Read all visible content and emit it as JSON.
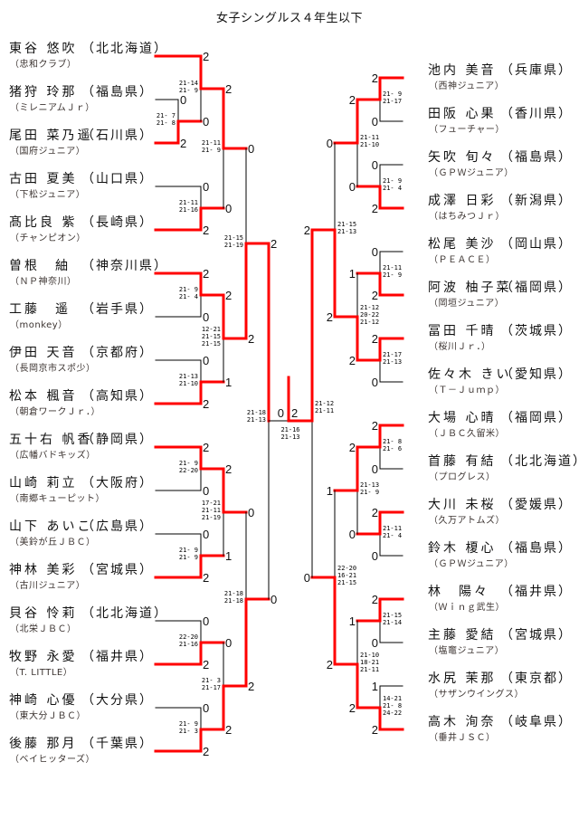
{
  "title": "女子シングルス４年生以下",
  "colors": {
    "winner_line": "#ff0000",
    "line": "#000000"
  },
  "left_players": [
    {
      "name": "東谷 悠吹",
      "pref": "（北北海道）",
      "club": "（忠和クラブ）"
    },
    {
      "name": "猪狩 玲那",
      "pref": "（福島県）",
      "club": "（ミレニアムＪｒ）"
    },
    {
      "name": "尾田 菜乃遥",
      "pref": "（石川県）",
      "club": "（国府ジュニア）"
    },
    {
      "name": "古田 夏美",
      "pref": "（山口県）",
      "club": "（下松ジュニア）"
    },
    {
      "name": "髙比良 紫",
      "pref": "（長崎県）",
      "club": "（チャンピオン）"
    },
    {
      "name": "曽根　紬",
      "pref": "（神奈川県）",
      "club": "（ＮＰ神奈川）"
    },
    {
      "name": "工藤　遥",
      "pref": "（岩手県）",
      "club": "（monkey）"
    },
    {
      "name": "伊田 天音",
      "pref": "（京都府）",
      "club": "（長岡京市スポ少）"
    },
    {
      "name": "松本 楓音",
      "pref": "（高知県）",
      "club": "（朝倉ワークＪｒ．）"
    },
    {
      "name": "五十右 帆香",
      "pref": "（静岡県）",
      "club": "（広幡バドキッズ）"
    },
    {
      "name": "山崎 莉立",
      "pref": "（大阪府）",
      "club": "（南郷キューピット）"
    },
    {
      "name": "山下 あいこ",
      "pref": "（広島県）",
      "club": "（美鈴が丘ＪＢＣ）"
    },
    {
      "name": "神林 美彩",
      "pref": "（宮城県）",
      "club": "（古川ジュニア）"
    },
    {
      "name": "貝谷 怜莉",
      "pref": "（北北海道）",
      "club": "（北栄ＪＢＣ）"
    },
    {
      "name": "牧野 永愛",
      "pref": "（福井県）",
      "club": "（T. LITTLE）"
    },
    {
      "name": "神崎 心優",
      "pref": "（大分県）",
      "club": "（東大分ＪＢＣ）"
    },
    {
      "name": "後藤 那月",
      "pref": "（千葉県）",
      "club": "（ベイヒッターズ）"
    }
  ],
  "right_players": [
    {
      "name": "池内 美音",
      "pref": "（兵庫県）",
      "club": "（西神ジュニア）"
    },
    {
      "name": "田阪 心果",
      "pref": "（香川県）",
      "club": "（フューチャー）"
    },
    {
      "name": "矢吹 旬々",
      "pref": "（福島県）",
      "club": "（ＧＰＷジュニア）"
    },
    {
      "name": "成澤 日彩",
      "pref": "（新潟県）",
      "club": "（はちみつＪｒ）"
    },
    {
      "name": "松尾 美沙",
      "pref": "（岡山県）",
      "club": "（ＰＥＡＣＥ）"
    },
    {
      "name": "阿波 柚子菜",
      "pref": "（福岡県）",
      "club": "（岡垣ジュニア）"
    },
    {
      "name": "冨田 千晴",
      "pref": "（茨城県）",
      "club": "（桜川Ｊｒ．）"
    },
    {
      "name": "佐々木 きい",
      "pref": "（愛知県）",
      "club": "（Ｔ－Ｊｕｍｐ）"
    },
    {
      "name": "大場 心晴",
      "pref": "（福岡県）",
      "club": "（ＪＢＣ久留米）"
    },
    {
      "name": "首藤 有結",
      "pref": "（北北海道）",
      "club": "（プログレス）"
    },
    {
      "name": "大川 未桜",
      "pref": "（愛媛県）",
      "club": "（久万アトムズ）"
    },
    {
      "name": "鈴木 榎心",
      "pref": "（福島県）",
      "club": "（ＧＰＷジュニア）"
    },
    {
      "name": "林　陽々",
      "pref": "（福井県）",
      "club": "（Ｗｉｎｇ武生）"
    },
    {
      "name": "主藤 愛結",
      "pref": "（宮城県）",
      "club": "（塩竈ジュニア）"
    },
    {
      "name": "水尻 茉那",
      "pref": "（東京都）",
      "club": "（サザンウイングス）"
    },
    {
      "name": "高木 洵奈",
      "pref": "（岐阜県）",
      "club": "（垂井ＪＳＣ）"
    }
  ],
  "left_matches": [
    {
      "scores": [
        "0",
        "2"
      ],
      "games": [
        "21- 7",
        "21- 8"
      ]
    },
    {
      "scores": [
        "2",
        "0"
      ],
      "games": [
        "21-14",
        "21- 9"
      ]
    },
    {
      "scores": [
        "0",
        "2"
      ],
      "games": [
        "21-11",
        "21-16"
      ]
    },
    {
      "scores": [
        "2",
        "0"
      ],
      "games": [
        "21-11",
        "21- 9"
      ]
    },
    {
      "scores": [
        "2",
        "0"
      ],
      "games": [
        "21- 9",
        "21- 4"
      ]
    },
    {
      "scores": [
        "0",
        "2"
      ],
      "games": [
        "21-13",
        "21-10"
      ]
    },
    {
      "scores": [
        "2",
        "1"
      ],
      "games": [
        "12-21",
        "21-15",
        "21-15"
      ]
    },
    {
      "scores": [
        "0",
        "2"
      ],
      "games": [
        "21-15",
        "21-19"
      ]
    },
    {
      "scores": [
        "2",
        "0"
      ],
      "games": [
        "21- 9",
        "22-20"
      ]
    },
    {
      "scores": [
        "0",
        "2"
      ],
      "games": [
        "21- 9",
        "21- 9"
      ]
    },
    {
      "scores": [
        "2",
        "1"
      ],
      "games": [
        "17-21",
        "21-11",
        "21-19"
      ]
    },
    {
      "scores": [
        "0",
        "2"
      ],
      "games": [
        "22-20",
        "21-16"
      ]
    },
    {
      "scores": [
        "0",
        "2"
      ],
      "games": [
        "21- 9",
        "21- 3"
      ]
    },
    {
      "scores": [
        "0",
        "2"
      ],
      "games": [
        "21- 3",
        "21-17"
      ]
    },
    {
      "scores": [
        "0",
        "2"
      ],
      "games": [
        "21-18",
        "21-18"
      ]
    },
    {
      "scores": [
        "2",
        "0"
      ],
      "games": [
        "21-18",
        "21-13"
      ]
    }
  ],
  "right_matches": [
    {
      "scores": [
        "2",
        "0"
      ],
      "games": [
        "21- 9",
        "21-17"
      ]
    },
    {
      "scores": [
        "0",
        "2"
      ],
      "games": [
        "21- 9",
        "21- 4"
      ]
    },
    {
      "scores": [
        "2",
        "0"
      ],
      "games": [
        "21-11",
        "21-10"
      ]
    },
    {
      "scores": [
        "0",
        "2"
      ],
      "games": [
        "21-11",
        "21- 9"
      ]
    },
    {
      "scores": [
        "2",
        "0"
      ],
      "games": [
        "21-17",
        "21-13"
      ]
    },
    {
      "scores": [
        "1",
        "2"
      ],
      "games": [
        "21-12",
        "20-22",
        "21-12"
      ]
    },
    {
      "scores": [
        "0",
        "2"
      ],
      "games": [
        "21-15",
        "21-13"
      ]
    },
    {
      "scores": [
        "2",
        "0"
      ],
      "games": [
        "21- 8",
        "21- 6"
      ]
    },
    {
      "scores": [
        "2",
        "0"
      ],
      "games": [
        "21-11",
        "21- 4"
      ]
    },
    {
      "scores": [
        "2",
        "0"
      ],
      "games": [
        "21-13",
        "21- 9"
      ]
    },
    {
      "scores": [
        "2",
        "0"
      ],
      "games": [
        "21-15",
        "21-14"
      ]
    },
    {
      "scores": [
        "1",
        "2"
      ],
      "games": [
        "14-21",
        "21- 8",
        "24-22"
      ]
    },
    {
      "scores": [
        "1",
        "2"
      ],
      "games": [
        "21-10",
        "18-21",
        "21-11"
      ]
    },
    {
      "scores": [
        "1",
        "2"
      ],
      "games": [
        "22-20",
        "16-21",
        "21-15"
      ]
    },
    {
      "scores": [
        "2",
        "0"
      ],
      "games": [
        "21-12",
        "21-11"
      ]
    }
  ],
  "final": {
    "scores": [
      "0",
      "2"
    ],
    "games": [
      "21-16",
      "21-13"
    ]
  }
}
